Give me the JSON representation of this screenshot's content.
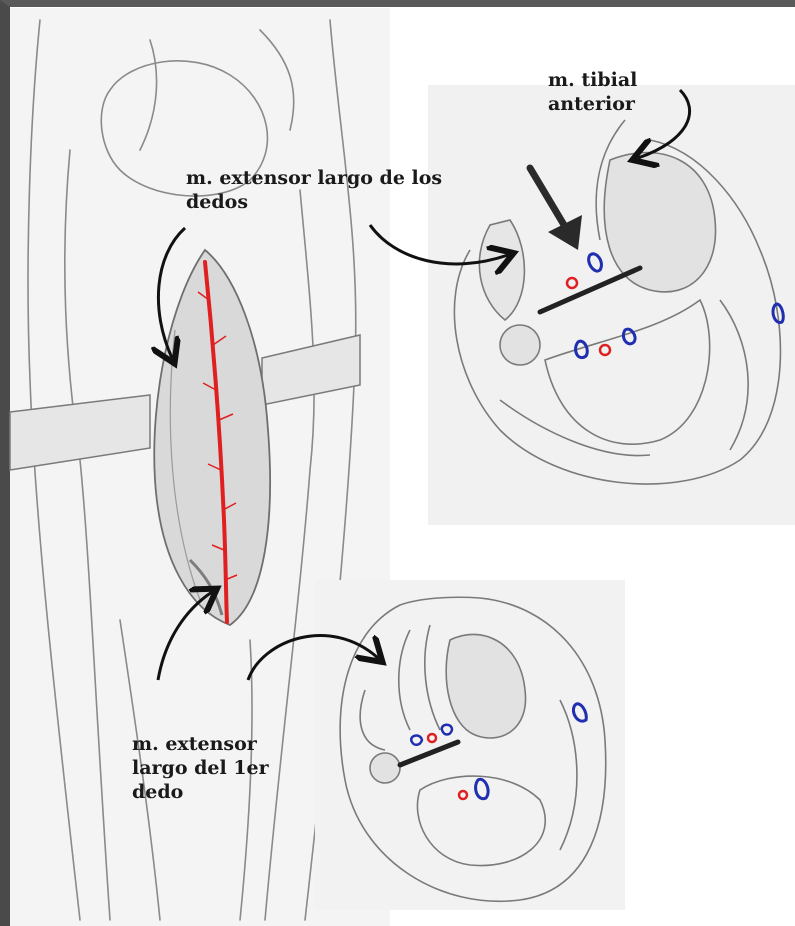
{
  "labels": {
    "tibial_anterior": {
      "line1": "m. tibial",
      "line2": "anterior"
    },
    "extensor_largo_dedos": {
      "line1": "m. extensor largo de los",
      "line2": "dedos"
    },
    "extensor_largo_1er_dedo": {
      "line1": "m. extensor",
      "line2": "largo del 1er",
      "line3": "dedo"
    }
  },
  "colors": {
    "pencil": "#8a8a8a",
    "paper": "#efefef",
    "incision_red": "#e02020",
    "artery_red": "#e02020",
    "vein_blue": "#1f2fb0",
    "ink": "#111111"
  }
}
